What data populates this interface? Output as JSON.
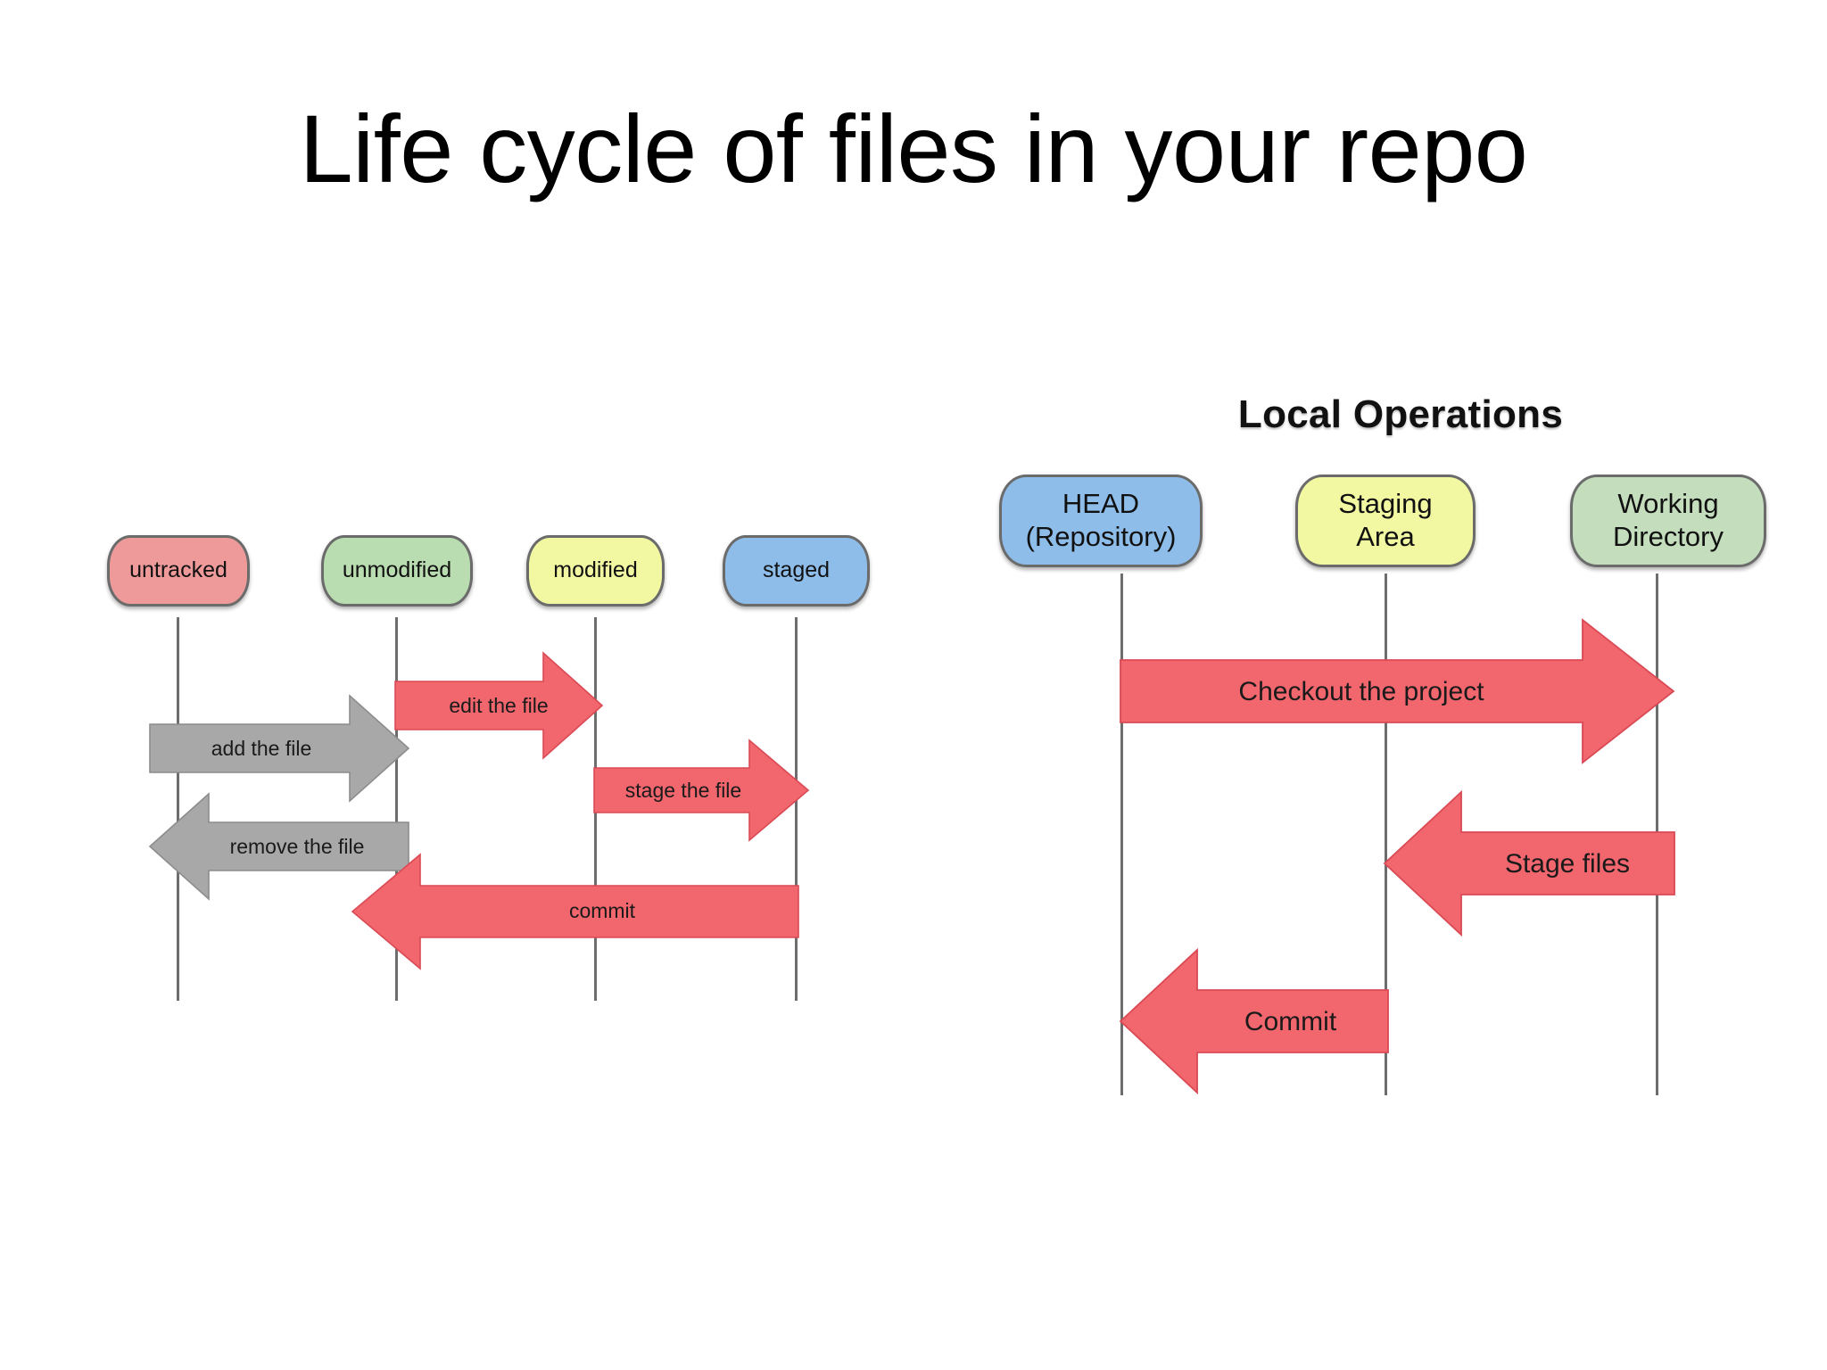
{
  "slide": {
    "title": "Life cycle of files in your repo",
    "background": "#ffffff"
  },
  "palette": {
    "red_arrow": "#f2666e",
    "red_arrow_dark": "#e9555f",
    "gray_arrow": "#a8a8a8",
    "box_border": "#6b6b6b",
    "lifeline": "#6d6d6d",
    "untracked_fill": "#ef9a9a",
    "unmodified_fill": "#b9ddb0",
    "modified_fill": "#f2f7a1",
    "staged_fill": "#8ebdea",
    "head_fill": "#8ebdea",
    "staging_fill": "#f2f7a1",
    "working_fill": "#c4debd"
  },
  "left_diagram": {
    "name": "file-lifecycle-diagram",
    "states": [
      {
        "id": "untracked",
        "label": "untracked",
        "fill": "#ef9a9a"
      },
      {
        "id": "unmodified",
        "label": "unmodified",
        "fill": "#b9ddb0"
      },
      {
        "id": "modified",
        "label": "modified",
        "fill": "#f2f7a1"
      },
      {
        "id": "staged",
        "label": "staged",
        "fill": "#8ebdea"
      }
    ],
    "transitions": [
      {
        "id": "add",
        "label": "add the file",
        "from": "untracked",
        "to": "unmodified",
        "direction": "right",
        "color": "#a8a8a8"
      },
      {
        "id": "edit",
        "label": "edit the file",
        "from": "unmodified",
        "to": "modified",
        "direction": "right",
        "color": "#f2666e"
      },
      {
        "id": "stage",
        "label": "stage the file",
        "from": "modified",
        "to": "staged",
        "direction": "right",
        "color": "#f2666e"
      },
      {
        "id": "remove",
        "label": "remove the file",
        "from": "unmodified",
        "to": "untracked",
        "direction": "left",
        "color": "#a8a8a8"
      },
      {
        "id": "commit",
        "label": "commit",
        "from": "staged",
        "to": "unmodified",
        "direction": "left",
        "color": "#f2666e"
      }
    ]
  },
  "right_diagram": {
    "name": "local-operations-diagram",
    "heading": "Local Operations",
    "actors": [
      {
        "id": "head",
        "line1": "HEAD",
        "line2": "(Repository)",
        "fill": "#8ebdea"
      },
      {
        "id": "staging",
        "line1": "Staging",
        "line2": "Area",
        "fill": "#f2f7a1"
      },
      {
        "id": "working",
        "line1": "Working",
        "line2": "Directory",
        "fill": "#c4debd"
      }
    ],
    "operations": [
      {
        "id": "checkout",
        "label": "Checkout the project",
        "from": "head",
        "to": "working",
        "direction": "right",
        "color": "#f2666e"
      },
      {
        "id": "stagefiles",
        "label": "Stage files",
        "from": "working",
        "to": "staging",
        "direction": "left",
        "color": "#f2666e"
      },
      {
        "id": "commit",
        "label": "Commit",
        "from": "staging",
        "to": "head",
        "direction": "left",
        "color": "#f2666e"
      }
    ]
  }
}
